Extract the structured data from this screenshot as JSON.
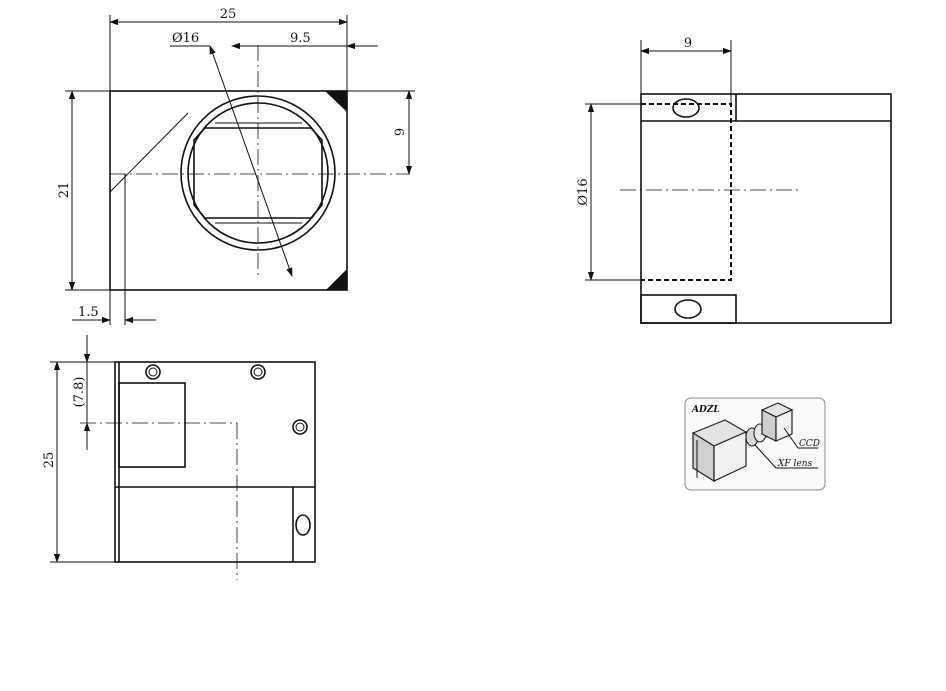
{
  "front_view": {
    "width_dim": "25",
    "height_dim": "21",
    "diameter_dim": "Ø16",
    "offset_dim": "9.5",
    "center_height_dim": "9",
    "wall_dim": "1.5"
  },
  "side_view": {
    "depth_dim": "9",
    "diameter_dim": "Ø16"
  },
  "bottom_view": {
    "height_dim": "25",
    "offset_dim": "(7.8)"
  },
  "inset": {
    "title": "ADZL",
    "ccd_label": "CCD",
    "lens_label": "XF lens"
  }
}
